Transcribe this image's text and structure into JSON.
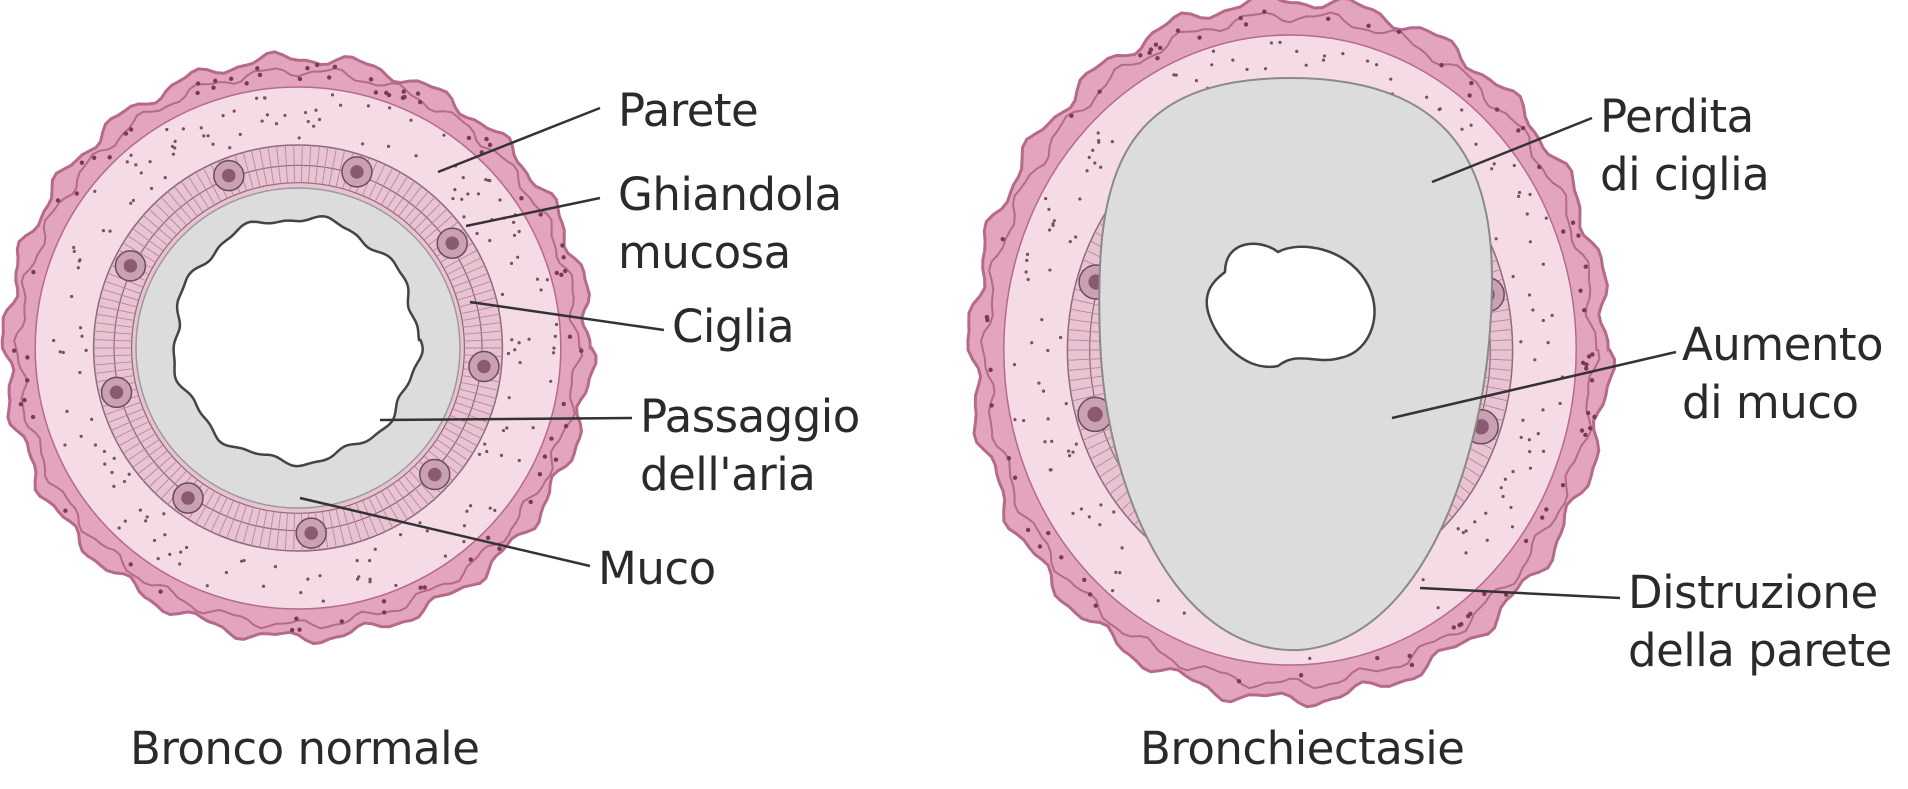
{
  "colors": {
    "outer_wall": "#e3a4bd",
    "outer_wall_stroke": "#b66a8b",
    "wall": "#f5dbe6",
    "ciliated_layer": "#eac3d3",
    "mucus": "#dcdcdc",
    "lumen": "#ffffff",
    "gland": "#c9a0b4",
    "leader_line": "#333333",
    "text": "#2a2a2a"
  },
  "normal_bronchus": {
    "caption": "Bronco normale",
    "labels": {
      "parete": "Parete",
      "ghiandola": "Ghiandola\nmucosa",
      "ciglia": "Ciglia",
      "passaggio": "Passaggio\ndell'aria",
      "muco": "Muco"
    }
  },
  "bronchiectasis": {
    "caption": "Bronchiectasie",
    "labels": {
      "perdita": "Perdita\ndi ciglia",
      "aumento": "Aumento\ndi muco",
      "distruzione": "Distruzione\ndella parete"
    }
  }
}
